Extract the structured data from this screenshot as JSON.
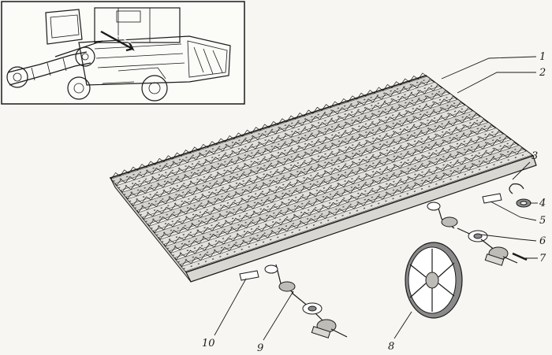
{
  "diagram": {
    "callouts": [
      {
        "id": "1",
        "label": "1"
      },
      {
        "id": "2",
        "label": "2"
      },
      {
        "id": "3",
        "label": "3"
      },
      {
        "id": "4",
        "label": "4"
      },
      {
        "id": "5",
        "label": "5"
      },
      {
        "id": "6",
        "label": "6"
      },
      {
        "id": "7",
        "label": "7"
      },
      {
        "id": "8",
        "label": "8"
      },
      {
        "id": "9",
        "label": "9"
      },
      {
        "id": "10",
        "label": "10"
      }
    ]
  },
  "colors": {
    "ink": "#1a1a1a",
    "paper": "#f7f6f2",
    "shade": "#8a8a8a"
  }
}
